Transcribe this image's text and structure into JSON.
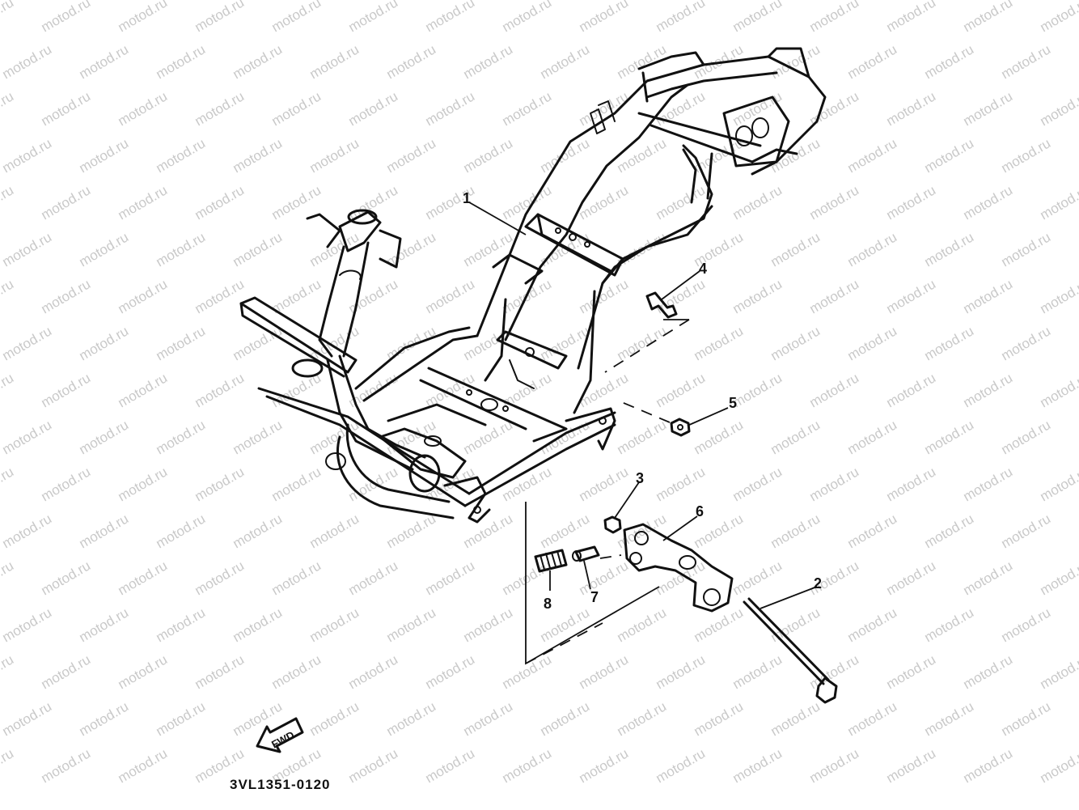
{
  "watermark": "motod.ru",
  "diagram_code": "3VL1351-0120",
  "fwd_label": "FWD",
  "callouts": {
    "p1": "1",
    "p2": "2",
    "p3": "3",
    "p4": "4",
    "p5": "5",
    "p6": "6",
    "p7": "7",
    "p8": "8"
  },
  "colors": {
    "ink": "#111111",
    "watermark": "#c9c9c9",
    "background": "#ffffff"
  }
}
